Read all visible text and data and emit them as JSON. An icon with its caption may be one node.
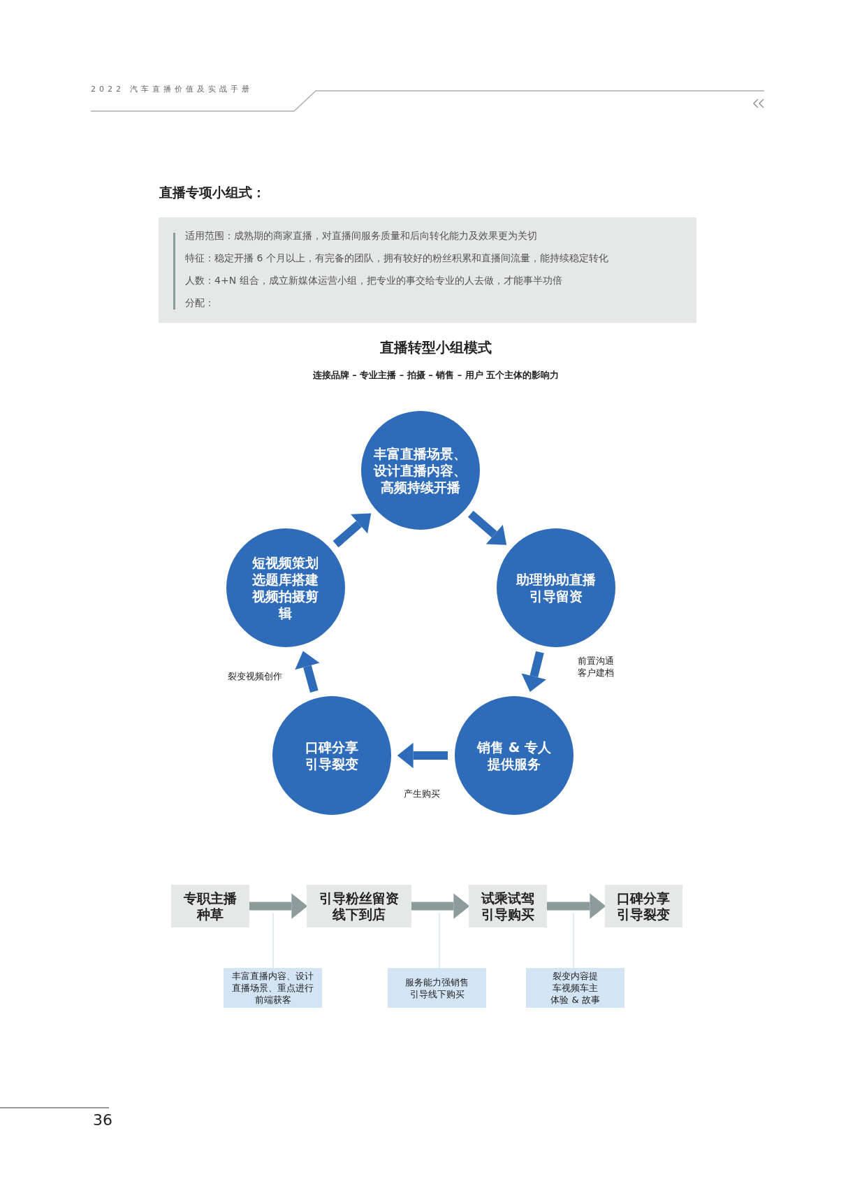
{
  "diagram": {
    "title": "直播转型小组模式",
    "nodes": [
      {
        "text": [
          "丰富直播场景、设计直播内容、高频持续开播"
        ]
      },
      {
        "text": [
          "助理协助直播引导留资"
        ]
      },
      {
        "text": [
          "销售 & 专人提供服务"
        ]
      },
      {
        "text": [
          "口碑分享引导裂变"
        ]
      },
      {
        "text": [
          "短视频策划选题库搭建视频拍摄剪辑"
        ]
      },
      {
        "text": [
          "专职主播种草"
        ]
      },
      {
        "text": [
          "引导粉丝留资线下到店"
        ]
      },
      {
        "text": [
          "试乘试驾引导购买"
        ]
      },
      {
        "text": [
          "口碑分享引导裂变"
        ]
      },
      {
        "text": [
          "丰富直播内容、设计直播场景、重点进行前端获客"
        ]
      },
      {
        "text": [
          "服务能力强销售引导线下购买"
        ]
      },
      {
        "text": [
          "裂变内容提车视频车主体验 & 故事"
        ]
      }
    ],
    "edges": [
      {
        "from": 0,
        "to": 1,
        "arrow": "to"
      },
      {
        "from": 1,
        "to": 2,
        "arrow": "to",
        "label": "前置沟通客户建档"
      },
      {
        "from": 2,
        "to": 3,
        "arrow": "to",
        "label": "产生购买"
      },
      {
        "from": 3,
        "to": 4,
        "arrow": "to",
        "label": "裂变视频创作"
      },
      {
        "from": 4,
        "to": 0,
        "arrow": "to"
      },
      {
        "from": 5,
        "to": 6,
        "arrow": "to",
        "color": "#8c9b9b"
      },
      {
        "from": 6,
        "to": 7,
        "arrow": "to",
        "color": "#8c9b9b"
      },
      {
        "from": 7,
        "to": 8,
        "arrow": "to",
        "color": "#8c9b9b"
      },
      {
        "from": 9,
        "to": null,
        "arrow": "none",
        "color": "#c9dcef"
      },
      {
        "from": 10,
        "to": null,
        "arrow": "none",
        "color": "#c9dcef"
      },
      {
        "from": 11,
        "to": null,
        "arrow": "none",
        "color": "#c9dcef"
      }
    ],
    "labels": [
      "2022 汽车直播价值及实战手册",
      "直播专项小组式：",
      "适用范围：成熟期的商家直播，对直播间服务质量和后向转化能力及效果更为关切",
      "特征：稳定开播 6 个月以上，有完备的团队，拥有较好的粉丝积累和直播间流量，能持续稳定转化",
      "人数：4+N 组合，成立新媒体运营小组，把专业的事交给专业的人去做，才能事半功倍",
      "分配：",
      "连接品牌 – 专业主播 – 拍摄 – 销售 – 用户 五个主体的影响力",
      "36"
    ]
  }
}
